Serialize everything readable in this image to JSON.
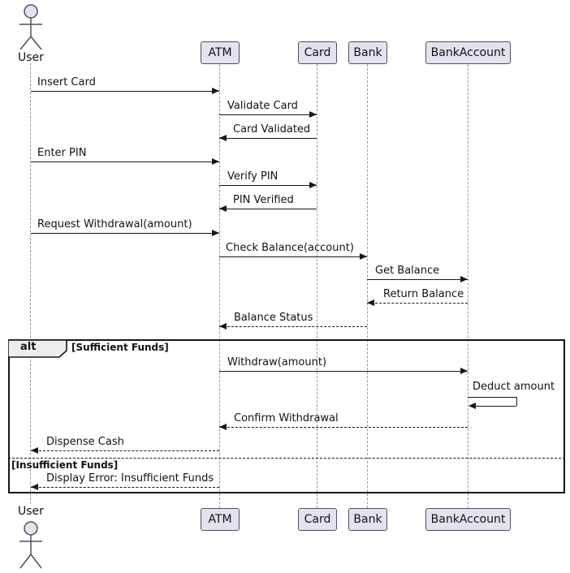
{
  "diagram": {
    "type": "uml-sequence",
    "participants": [
      {
        "name": "User",
        "kind": "actor"
      },
      {
        "name": "ATM",
        "kind": "participant"
      },
      {
        "name": "Card",
        "kind": "participant"
      },
      {
        "name": "Bank",
        "kind": "participant"
      },
      {
        "name": "BankAccount",
        "kind": "participant"
      }
    ],
    "messages": [
      {
        "label": "Insert Card",
        "from": "User",
        "to": "ATM",
        "line": "solid"
      },
      {
        "label": "Validate Card",
        "from": "ATM",
        "to": "Card",
        "line": "solid"
      },
      {
        "label": "Card Validated",
        "from": "Card",
        "to": "ATM",
        "line": "solid"
      },
      {
        "label": "Enter PIN",
        "from": "User",
        "to": "ATM",
        "line": "solid"
      },
      {
        "label": "Verify PIN",
        "from": "ATM",
        "to": "Card",
        "line": "solid"
      },
      {
        "label": "PIN Verified",
        "from": "Card",
        "to": "ATM",
        "line": "solid"
      },
      {
        "label": "Request Withdrawal(amount)",
        "from": "User",
        "to": "ATM",
        "line": "solid"
      },
      {
        "label": "Check Balance(account)",
        "from": "ATM",
        "to": "Bank",
        "line": "solid"
      },
      {
        "label": "Get Balance",
        "from": "Bank",
        "to": "BankAccount",
        "line": "solid"
      },
      {
        "label": "Return Balance",
        "from": "BankAccount",
        "to": "Bank",
        "line": "dashed"
      },
      {
        "label": "Balance Status",
        "from": "Bank",
        "to": "ATM",
        "line": "dashed"
      },
      {
        "label": "Withdraw(amount)",
        "from": "ATM",
        "to": "BankAccount",
        "line": "solid"
      },
      {
        "label": "Deduct amount",
        "from": "BankAccount",
        "to": "BankAccount",
        "line": "solid",
        "self_message": true
      },
      {
        "label": "Confirm Withdrawal",
        "from": "BankAccount",
        "to": "ATM",
        "line": "dashed"
      },
      {
        "label": "Dispense Cash",
        "from": "ATM",
        "to": "User",
        "line": "dashed"
      },
      {
        "label": "Display Error: Insufficient Funds",
        "from": "ATM",
        "to": "User",
        "line": "dashed"
      }
    ],
    "alt_frame": {
      "operator": "alt",
      "guards": [
        "[Sufficient Funds]",
        "[Insufficient Funds]"
      ]
    },
    "colors": {
      "participant_fill": "#E2E2F0",
      "participant_border": "#50505a",
      "message_line": "#181818",
      "lifeline": "#9a9a9a",
      "frame_border": "#161616",
      "operator_bg": "#EEEEEE",
      "background": "#FFFFFF"
    }
  }
}
